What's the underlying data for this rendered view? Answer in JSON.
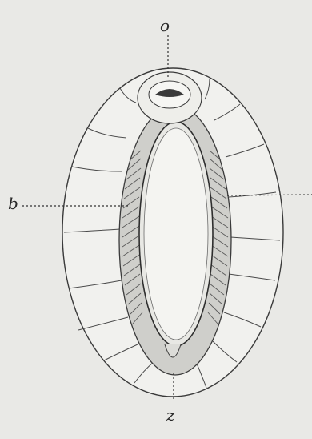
{
  "figure": {
    "labels": {
      "top": "o",
      "left": "b",
      "bottom": "z"
    },
    "colors": {
      "paper": "#e9e9e6",
      "ink": "#3a3a3a",
      "gills": "#5a5a5a"
    }
  }
}
